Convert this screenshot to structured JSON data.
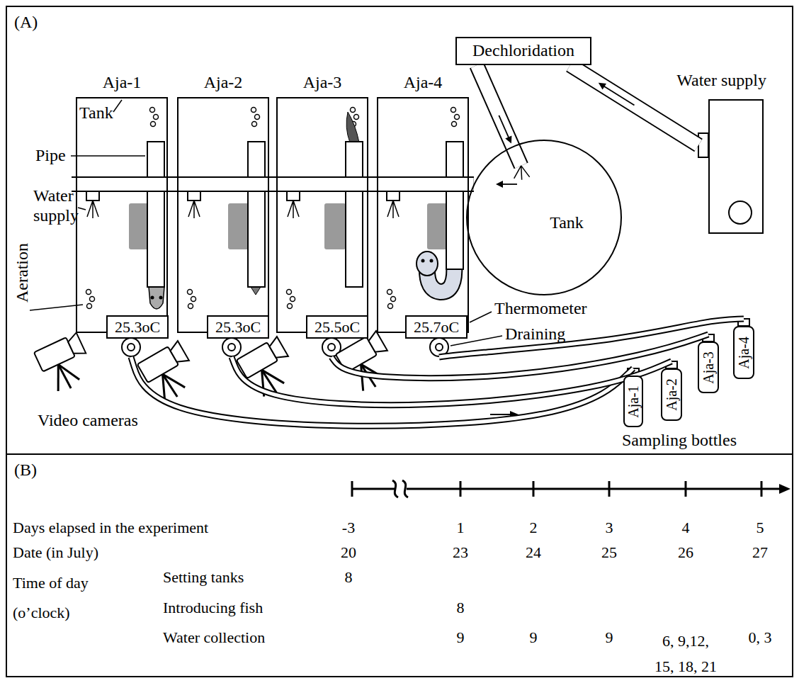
{
  "diagram": {
    "nodes": [
      {
        "text": [
          "(A)"
        ]
      },
      {
        "text": [
          "Aja-1"
        ],
        "in": 0
      },
      {
        "text": [
          "Aja-2"
        ],
        "in": 0
      },
      {
        "text": [
          "Aja-3"
        ],
        "in": 0
      },
      {
        "text": [
          "Aja-4"
        ],
        "in": 0
      },
      {
        "text": [
          "Dechloridation"
        ],
        "in": 0
      },
      {
        "text": [
          "Tank"
        ],
        "in": 0
      },
      {
        "text": [
          "Water supply"
        ],
        "in": 0
      },
      {
        "text": [
          "25.3oC"
        ],
        "in": 0
      },
      {
        "text": [
          "25.3oC"
        ],
        "in": 0
      },
      {
        "text": [
          "25.5oC"
        ],
        "in": 0
      },
      {
        "text": [
          "25.7oC"
        ],
        "in": 0
      },
      {
        "text": [
          "Aja-1"
        ],
        "in": 0
      },
      {
        "text": [
          "Aja-2"
        ],
        "in": 0
      },
      {
        "text": [
          "Aja-3"
        ],
        "in": 0
      },
      {
        "text": [
          "Aja-4"
        ],
        "in": 0
      },
      {
        "text": [
          "(B)"
        ]
      }
    ],
    "edges": [
      {
        "from": 7,
        "to": 5,
        "arrow": "to"
      },
      {
        "from": 5,
        "to": 6,
        "arrow": "to"
      },
      {
        "from": 6,
        "to": 4,
        "arrow": "none"
      },
      {
        "from": 6,
        "to": 3,
        "arrow": "none"
      },
      {
        "from": 6,
        "to": 2,
        "arrow": "none"
      },
      {
        "from": 6,
        "to": 1,
        "arrow": "none"
      },
      {
        "from": 1,
        "to": 12,
        "arrow": "none"
      },
      {
        "from": 2,
        "to": 13,
        "arrow": "none"
      },
      {
        "from": 3,
        "to": 14,
        "arrow": "none"
      },
      {
        "from": 4,
        "to": 15,
        "arrow": "none"
      }
    ],
    "labels": [
      "Tank",
      "Pipe",
      "Water supply",
      "Aeration",
      "Thermometer",
      "Draining",
      "Video cameras",
      "Sampling bottles",
      "Days elapsed in the experiment",
      "-3",
      "1",
      "2",
      "3",
      "4",
      "5",
      "Date (in July)",
      "20",
      "23",
      "24",
      "25",
      "26",
      "27",
      "Time of day (o’clock)",
      "Setting tanks",
      "8",
      "Introducing fish",
      "8",
      "Water collection",
      "9",
      "9",
      "9",
      "6, 9,12, 15, 18, 21",
      "0, 3"
    ]
  }
}
